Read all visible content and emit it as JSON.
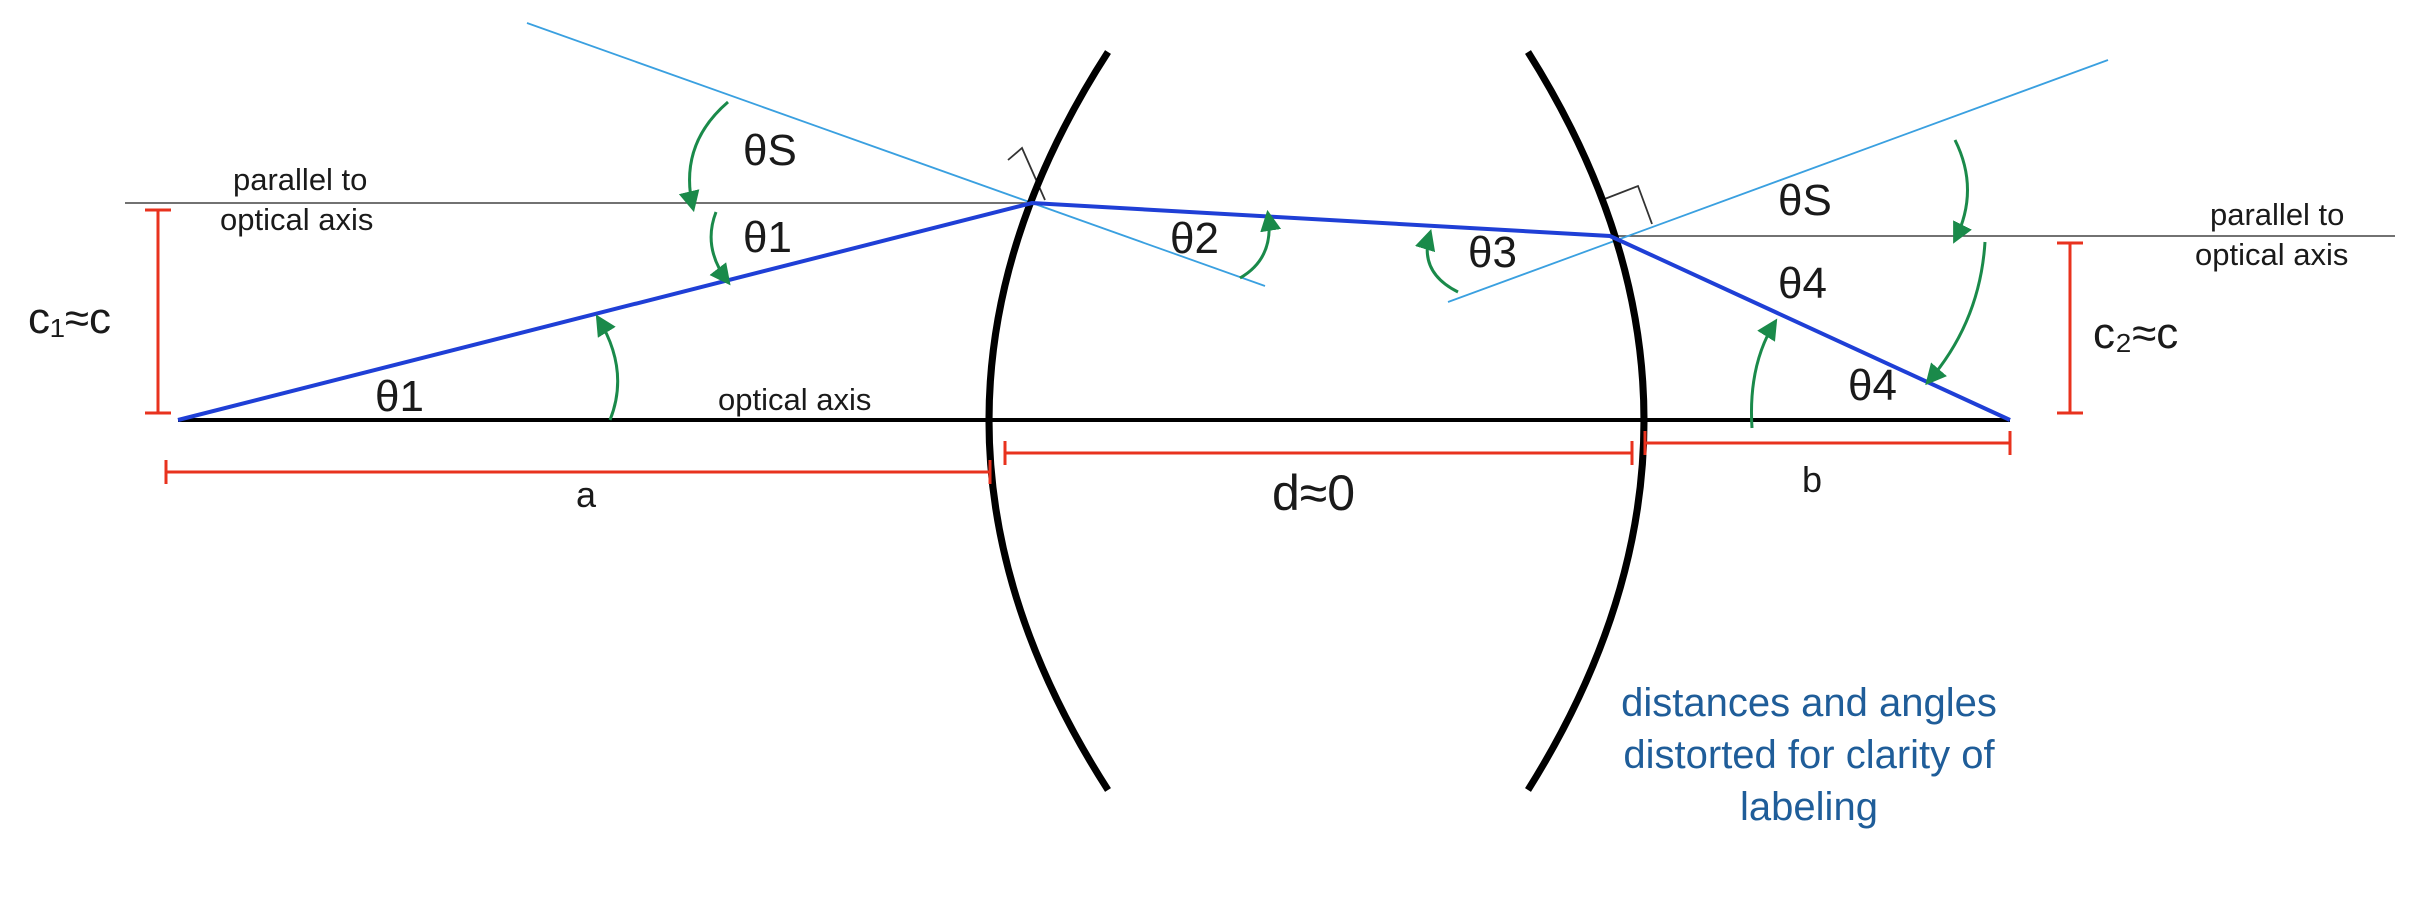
{
  "labels": {
    "parallel_left": [
      "parallel to",
      "optical axis"
    ],
    "parallel_right": [
      "parallel to",
      "optical axis"
    ],
    "optical_axis": "optical axis",
    "c1": "c₁≈c",
    "c2": "c₂≈c",
    "theta_s_top": "θS",
    "theta_s_right": "θS",
    "theta1_upper": "θ1",
    "theta1_lower": "θ1",
    "theta2": "θ2",
    "theta3": "θ3",
    "theta4_upper": "θ4",
    "theta4_lower": "θ4",
    "dist_a": "a",
    "dist_d": "d≈0",
    "dist_b": "b",
    "note": [
      "distances and angles",
      "distorted for clarity of",
      "labeling"
    ]
  },
  "colors": {
    "ray": "#1f3fd6",
    "normal": "#3aa0e0",
    "arrow": "#1a8a4a",
    "dimension": "#e8321e",
    "lens": "#000000",
    "note": "#1f5d99"
  }
}
